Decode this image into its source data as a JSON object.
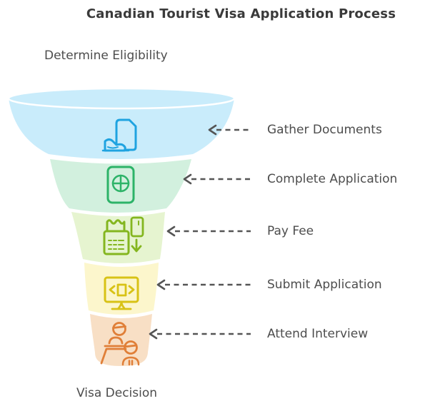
{
  "title": "Canadian Tourist Visa Application Process",
  "funnel": {
    "entry_label": "Determine Eligibility",
    "exit_label": "Visa Decision",
    "arrow_color": "#555555",
    "stages": [
      {
        "label": "Gather Documents",
        "icon": "document-in-hand-icon",
        "fill": "#C9ECFB",
        "icon_color": "#1FA3E0"
      },
      {
        "label": "Complete Application",
        "icon": "passport-icon",
        "fill": "#D2F0DE",
        "icon_color": "#2DB368"
      },
      {
        "label": "Pay Fee",
        "icon": "payment-terminal-icon",
        "fill": "#E6F4D0",
        "icon_color": "#84B61F"
      },
      {
        "label": "Submit Application",
        "icon": "monitor-code-icon",
        "fill": "#FCF6CC",
        "icon_color": "#D8C216"
      },
      {
        "label": "Attend Interview",
        "icon": "interview-people-icon",
        "fill": "#F8DFC5",
        "icon_color": "#E07F38"
      }
    ]
  }
}
